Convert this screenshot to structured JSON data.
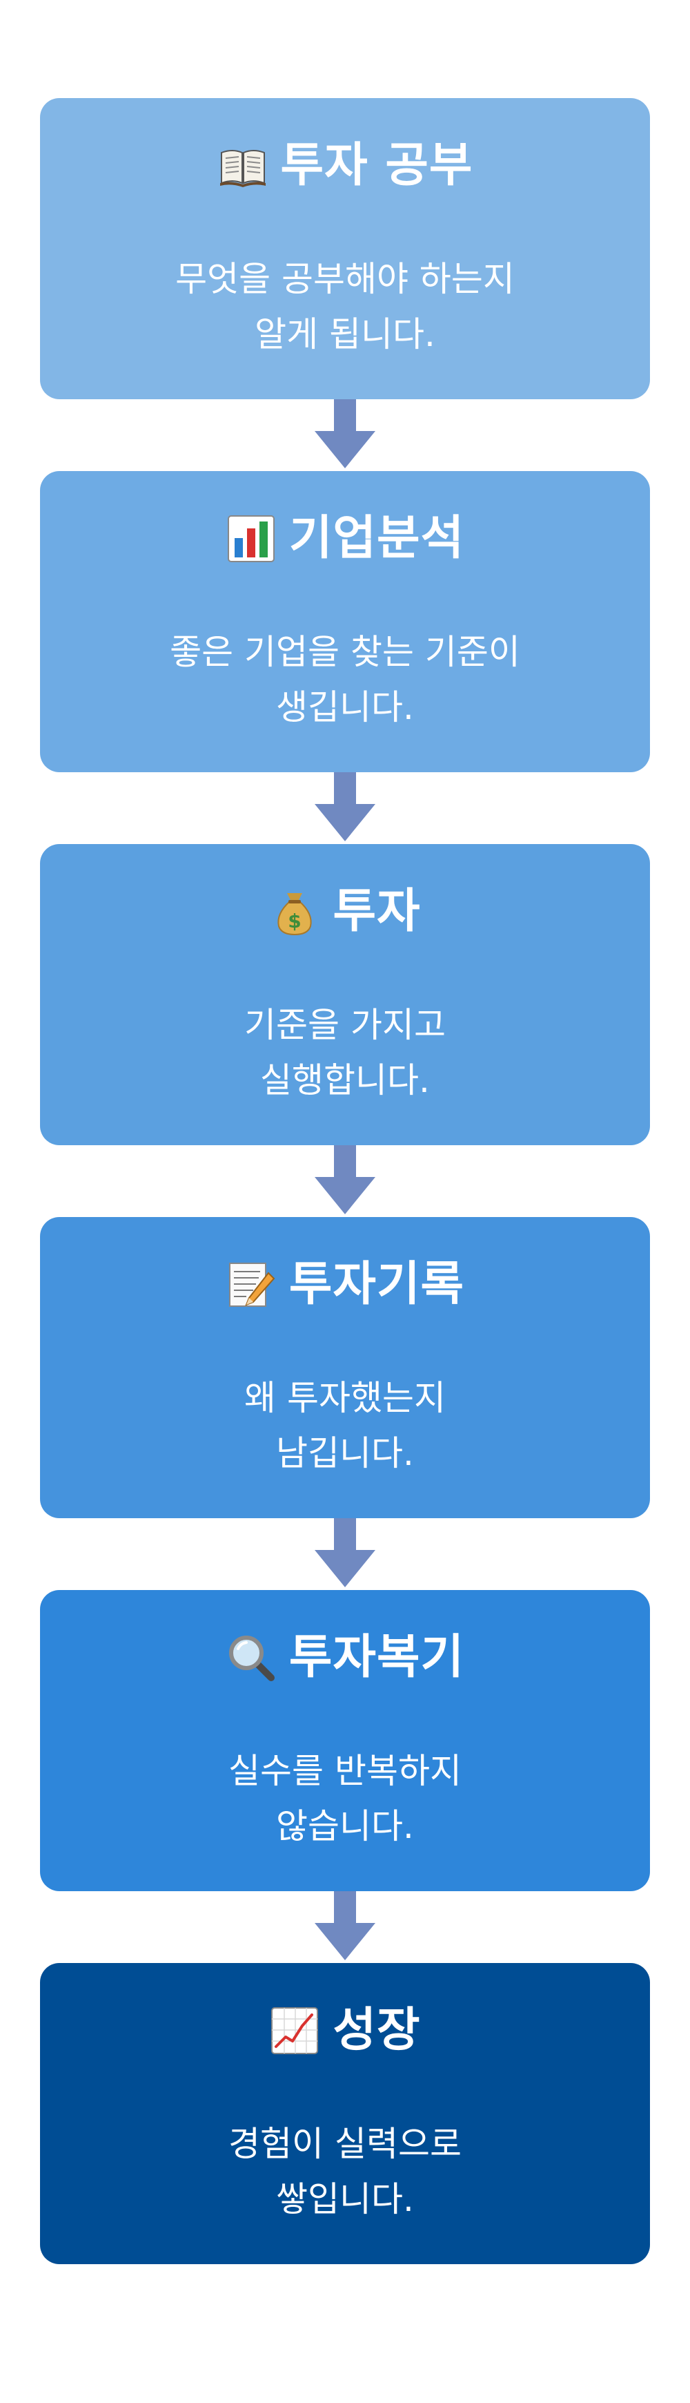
{
  "steps": [
    {
      "title": "투자 공부",
      "icon": "open-book-icon",
      "desc_line1": "무엇을 공부해야 하는지",
      "desc_line2": "알게 됩니다.",
      "color": "#82b6e6"
    },
    {
      "title": "기업분석",
      "icon": "bar-chart-icon",
      "desc_line1": "좋은 기업을 찾는 기준이",
      "desc_line2": "생깁니다.",
      "color": "#6eabe4"
    },
    {
      "title": "투자",
      "icon": "money-bag-icon",
      "desc_line1": "기준을 가지고",
      "desc_line2": "실행합니다.",
      "color": "#5ba0e0"
    },
    {
      "title": "투자기록",
      "icon": "memo-icon",
      "desc_line1": "왜 투자했는지",
      "desc_line2": "남깁니다.",
      "color": "#4593dd"
    },
    {
      "title": "투자복기",
      "icon": "magnifying-glass-icon",
      "desc_line1": "실수를 반복하지",
      "desc_line2": "않습니다.",
      "color": "#2e86da"
    },
    {
      "title": "성장",
      "icon": "chart-increasing-icon",
      "desc_line1": "경험이 실력으로",
      "desc_line2": "쌓입니다.",
      "color": "#004d94"
    }
  ],
  "arrow_color": "#7089c1"
}
